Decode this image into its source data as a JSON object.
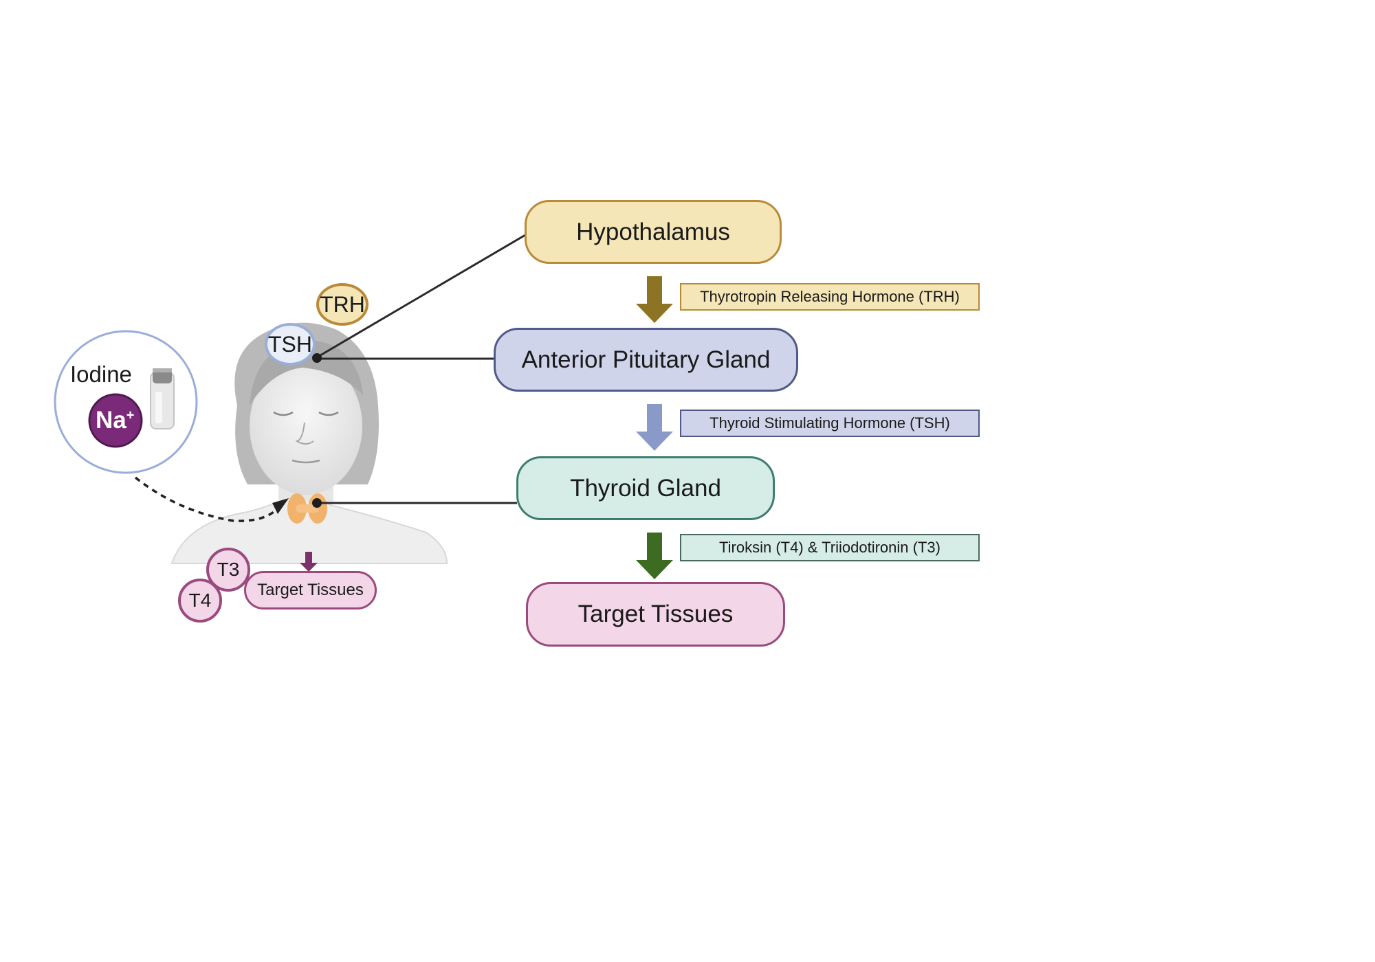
{
  "flow": {
    "hypothalamus": "Hypothalamus",
    "pituitary": "Anterior Pituitary Gland",
    "thyroid": "Thyroid Gland",
    "target": "Target Tissues"
  },
  "hormones": {
    "trh": "Thyrotropin Releasing Hormone (TRH)",
    "tsh": "Thyroid Stimulating Hormone (TSH)",
    "t4t3": "Tiroksin (T4) & Triiodotironin (T3)"
  },
  "illustration": {
    "trh_bubble": "TRH",
    "tsh_bubble": "TSH",
    "iodine_label": "Iodine",
    "sodium": "Na",
    "sodium_charge": "+",
    "t3": "T3",
    "t4": "T4",
    "target_tissues": "Target Tissues"
  },
  "colors": {
    "hypothalamus_fill": "#f5e6b8",
    "hypothalamus_border": "#b98a37",
    "pituitary_fill": "#cfd4ea",
    "pituitary_border": "#4f5a88",
    "thyroid_fill": "#d5ece7",
    "thyroid_border": "#3d7d6d",
    "target_fill": "#f3d6e7",
    "target_border": "#9b4a7d",
    "trh_arrow": "#8c7424",
    "tsh_arrow": "#8a9ac8",
    "t4t3_arrow": "#3d6b22",
    "sodium_fill": "#7b2a7a",
    "iodine_circle": "#9aaed9"
  },
  "icons": [
    "woman-head-icon",
    "thyroid-icon",
    "salt-shaker-icon"
  ]
}
